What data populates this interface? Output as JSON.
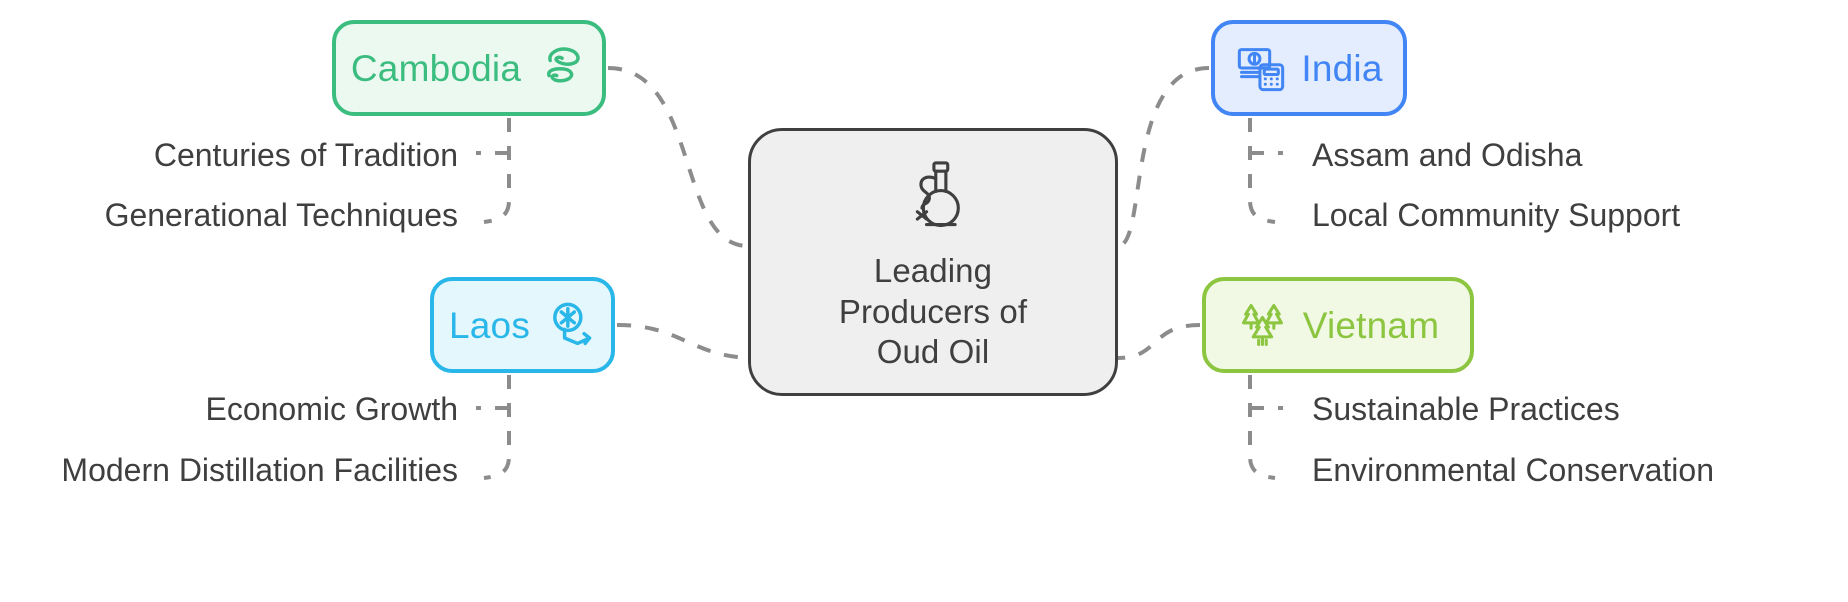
{
  "diagram": {
    "title": "Leading Producers of Oud Oil",
    "type": "mind-map",
    "background": "#ffffff",
    "connector_color": "#8c8c8c",
    "connector_style": "dashed"
  },
  "center": {
    "title": "Leading\nProducers of\nOud Oil",
    "icon": "perfume-flask-icon",
    "fill": "#efefef",
    "border": "#3f3f3f",
    "text_color": "#3f3f3f"
  },
  "branches": [
    {
      "id": "cambodia",
      "label": "Cambodia",
      "icon": "agarwood-chips-icon",
      "icon_side": "right",
      "color": "#3cbd80",
      "fill": "#ecf9f1",
      "side": "left",
      "row": "top",
      "leaves": [
        "Centuries of Tradition",
        "Generational Techniques"
      ]
    },
    {
      "id": "laos",
      "label": "Laos",
      "icon": "kip-currency-decline-icon",
      "icon_side": "right",
      "color": "#29b6e8",
      "fill": "#e4f7fd",
      "side": "left",
      "row": "bottom",
      "leaves": [
        "Economic Growth",
        "Modern Distillation Facilities"
      ]
    },
    {
      "id": "india",
      "label": "India",
      "icon": "money-calculator-icon",
      "icon_side": "left",
      "color": "#4285f4",
      "fill": "#e4edfd",
      "side": "right",
      "row": "top",
      "leaves": [
        "Assam and Odisha",
        "Local Community Support"
      ]
    },
    {
      "id": "vietnam",
      "label": "Vietnam",
      "icon": "forest-trees-icon",
      "icon_side": "left",
      "color": "#8cc53f",
      "fill": "#f1f8e4",
      "side": "right",
      "row": "bottom",
      "leaves": [
        "Sustainable Practices",
        "Environmental Conservation"
      ]
    }
  ]
}
